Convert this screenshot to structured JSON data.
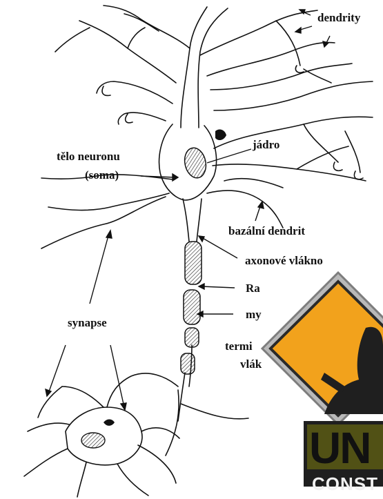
{
  "labels": {
    "dendrity": "dendrity",
    "jadro": "jádro",
    "telo_neuronu": "tělo neuronu",
    "soma": "(soma)",
    "bazalni_dendrit": "bazální dendrit",
    "axonove_vlakno": "axonové vlákno",
    "ranvier_partial": "Ra",
    "myelin_partial": "my",
    "synapse": "synapse",
    "terminal_partial": "termi",
    "vlakno_partial": "vlák"
  },
  "badge": {
    "big_text": "UN",
    "small_text": "CONST",
    "colors": {
      "orange": "#f2a21c",
      "frame": "#b9b9b9",
      "dark": "#1f1f1f",
      "olive": "#5a5a14"
    }
  }
}
